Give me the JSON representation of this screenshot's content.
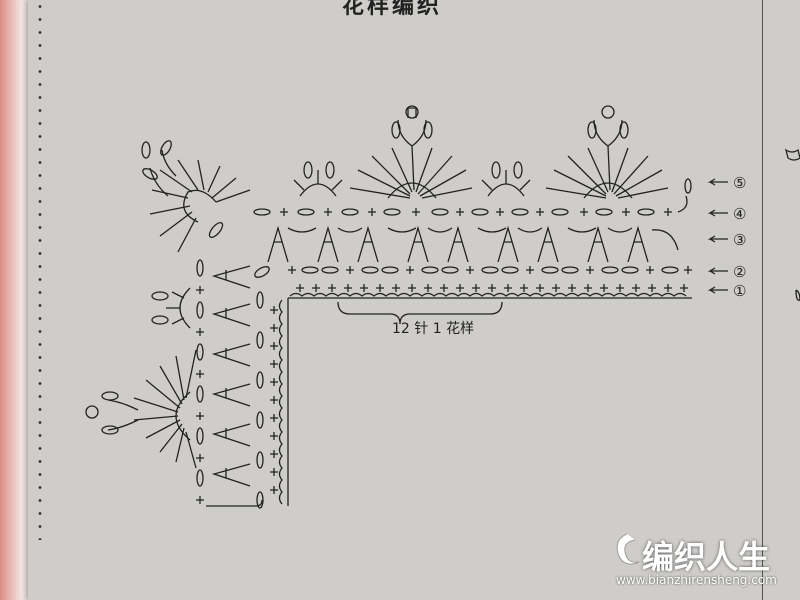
{
  "title": "花样编织",
  "repeat_note": "12 针 1 花样",
  "rows": [
    "①",
    "②",
    "③",
    "④",
    "⑤"
  ],
  "watermark": {
    "brand": "编织人生",
    "url": "www.bianzhirensheng.com"
  },
  "colors": {
    "ink": "#222222",
    "paper": "#cfcdca"
  }
}
